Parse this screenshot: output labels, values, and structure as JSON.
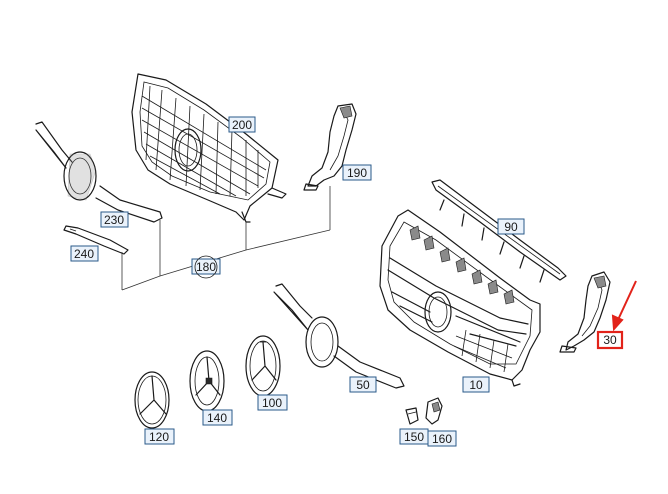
{
  "labels": {
    "p200": "200",
    "p190": "190",
    "p230": "230",
    "p240": "240",
    "p180": "180",
    "p90": "90",
    "p30": "30",
    "p50": "50",
    "p10": "10",
    "p100": "100",
    "p140": "140",
    "p120": "120",
    "p150": "150",
    "p160": "160"
  },
  "highlight": {
    "part": "30",
    "color": "#e2231a"
  },
  "colors": {
    "label_border": "#2a5a8a",
    "label_fill": "#eaf2fb",
    "line": "#1a1a1a"
  }
}
